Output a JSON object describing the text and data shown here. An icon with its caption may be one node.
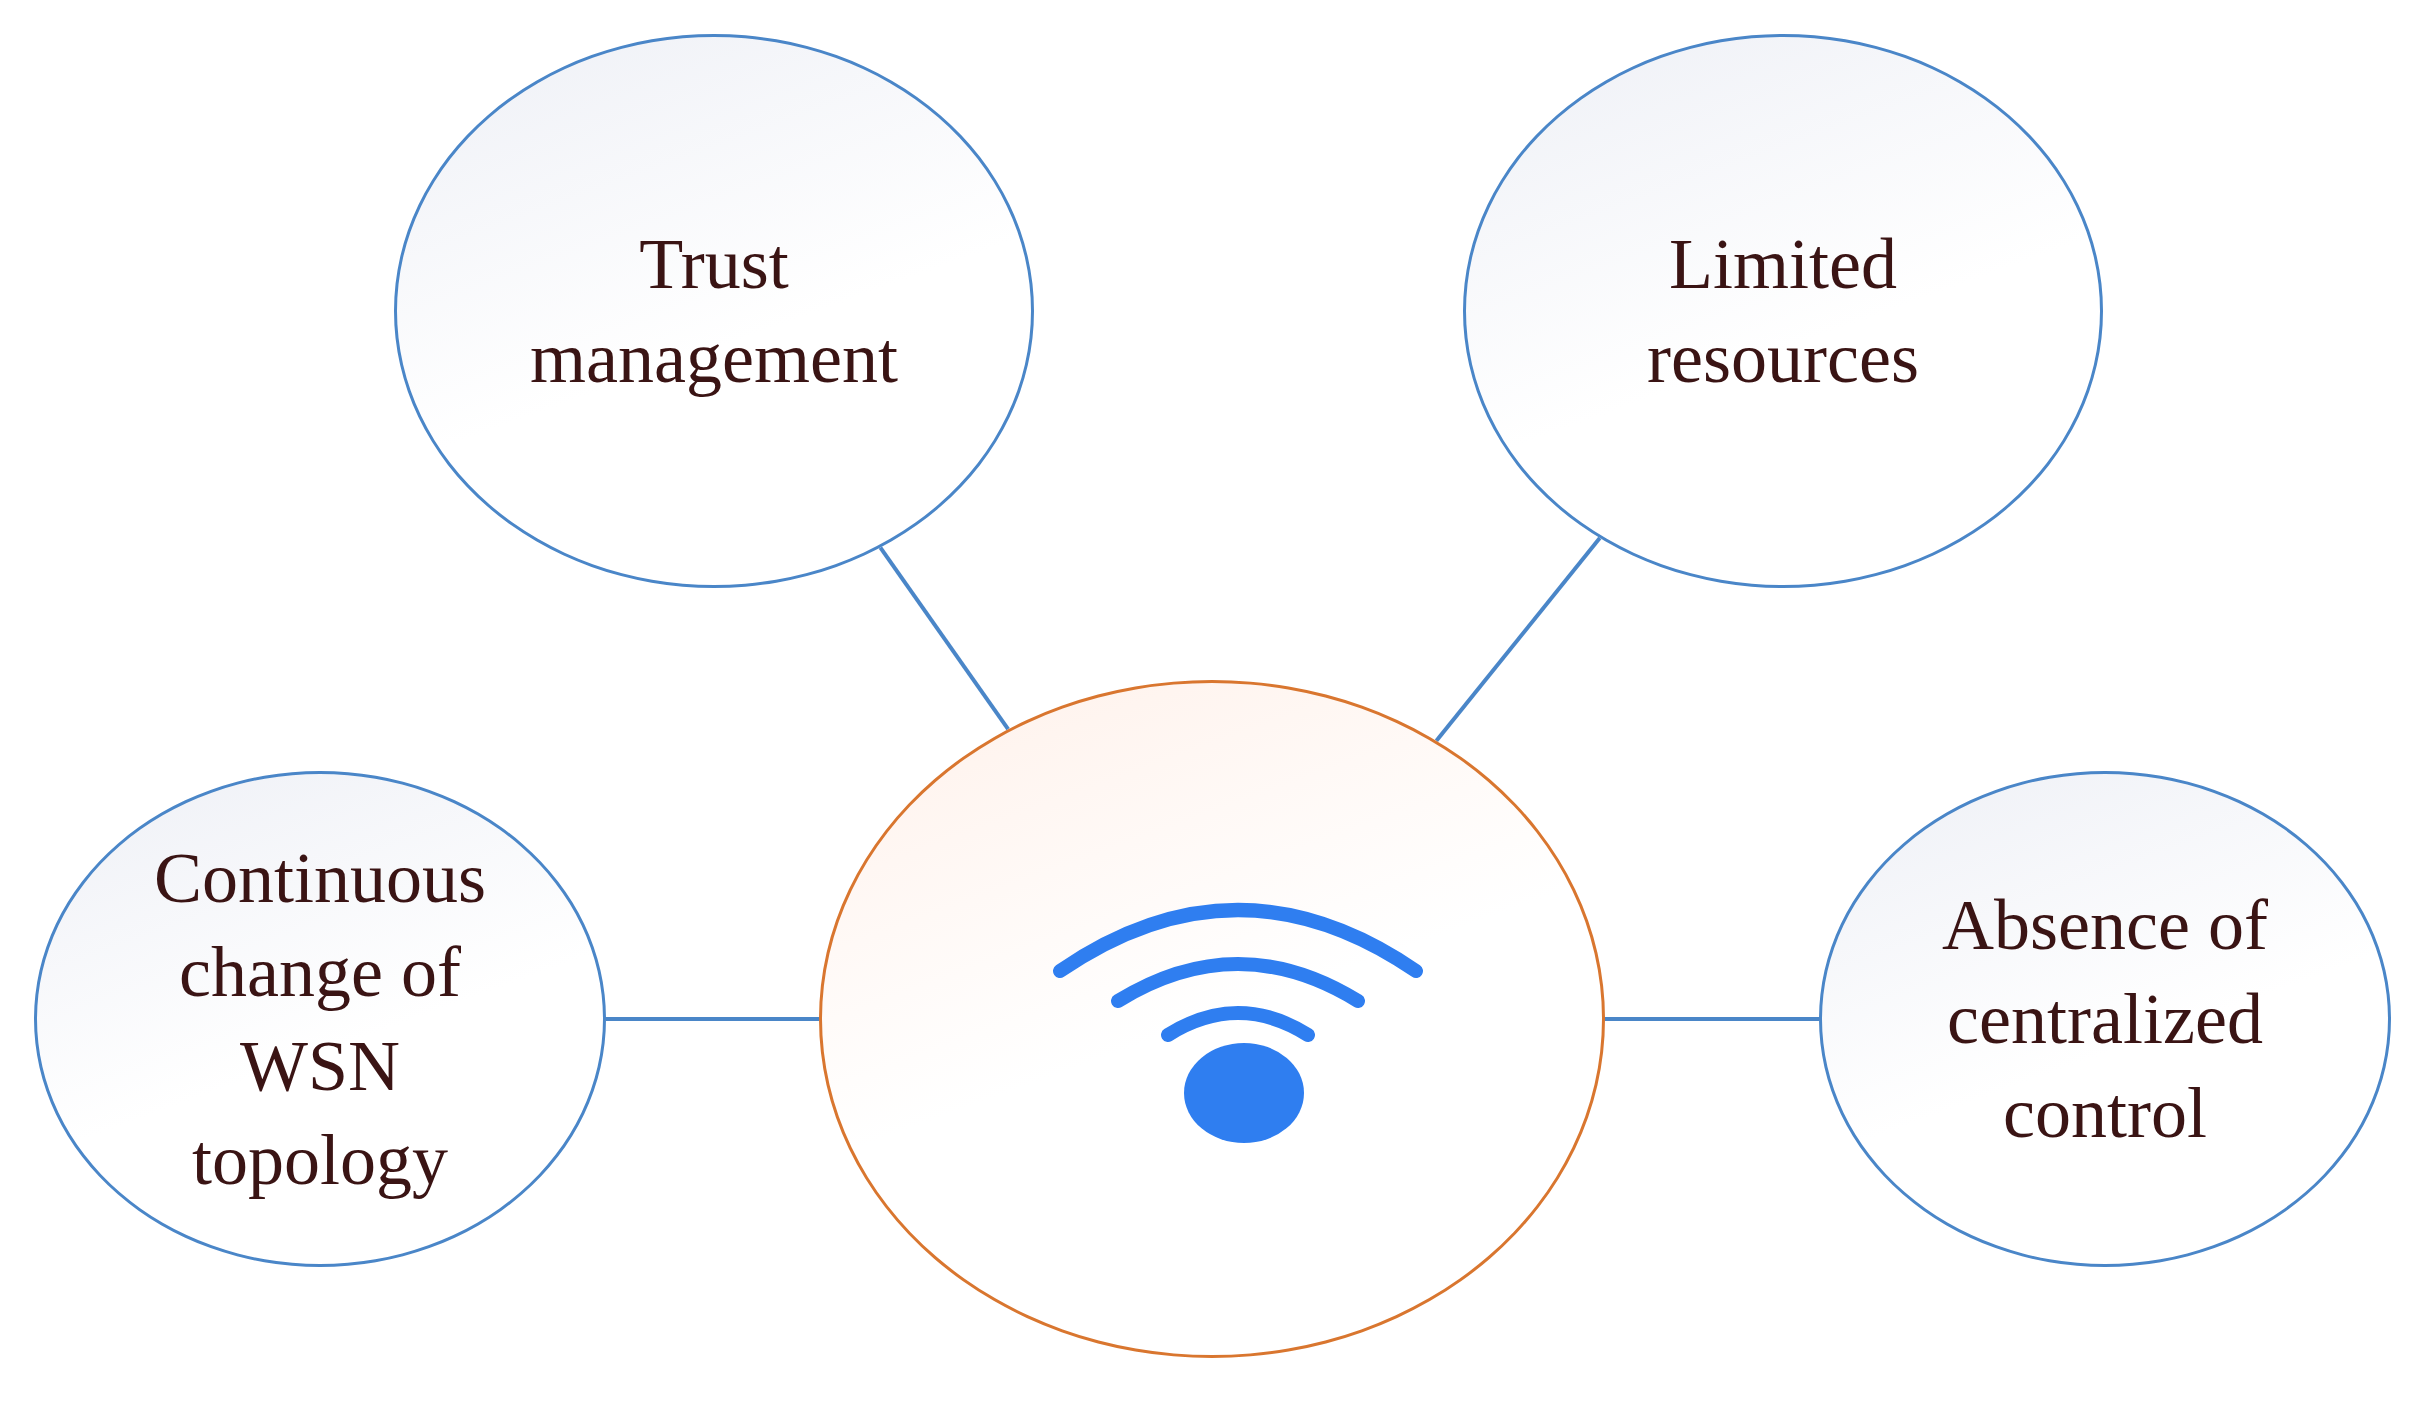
{
  "diagram": {
    "nodes": [
      {
        "text": [
          "Trust management"
        ]
      },
      {
        "text": [
          "Limited resources"
        ]
      },
      {
        "text": [
          "Continuous change of WSN topology"
        ]
      },
      {
        "text": [],
        "shape": "circle"
      },
      {
        "text": [
          "Absence of centralized control"
        ]
      }
    ],
    "edges": [
      {
        "from": 3,
        "to": 0,
        "arrow": "none"
      },
      {
        "from": 3,
        "to": 1,
        "arrow": "none"
      },
      {
        "from": 3,
        "to": 2,
        "arrow": "none"
      },
      {
        "from": 3,
        "to": 4,
        "arrow": "none"
      }
    ]
  }
}
